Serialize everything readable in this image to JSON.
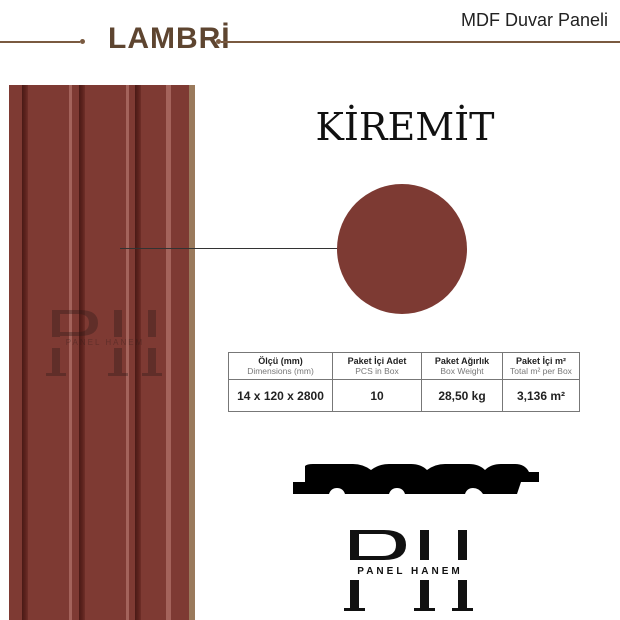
{
  "header": {
    "subtitle": "MDF Duvar Paneli",
    "brand": "LAMBRİ"
  },
  "product": {
    "color_name": "KİREMİT",
    "color_hex": "#7d3a33"
  },
  "specs": {
    "columns": [
      {
        "label": "Ölçü (mm)",
        "sublabel": "Dimensions (mm)",
        "value": "14 x 120 x 2800"
      },
      {
        "label": "Paket İçi Adet",
        "sublabel": "PCS in Box",
        "value": "10"
      },
      {
        "label": "Paket Ağırlık",
        "sublabel": "Box Weight",
        "value": "28,50 kg"
      },
      {
        "label": "Paket İçi m²",
        "sublabel": "Total m² per Box",
        "value": "3,136 m²"
      }
    ]
  },
  "logo": {
    "monogram": "PH",
    "name": "PANEL HANEM"
  }
}
